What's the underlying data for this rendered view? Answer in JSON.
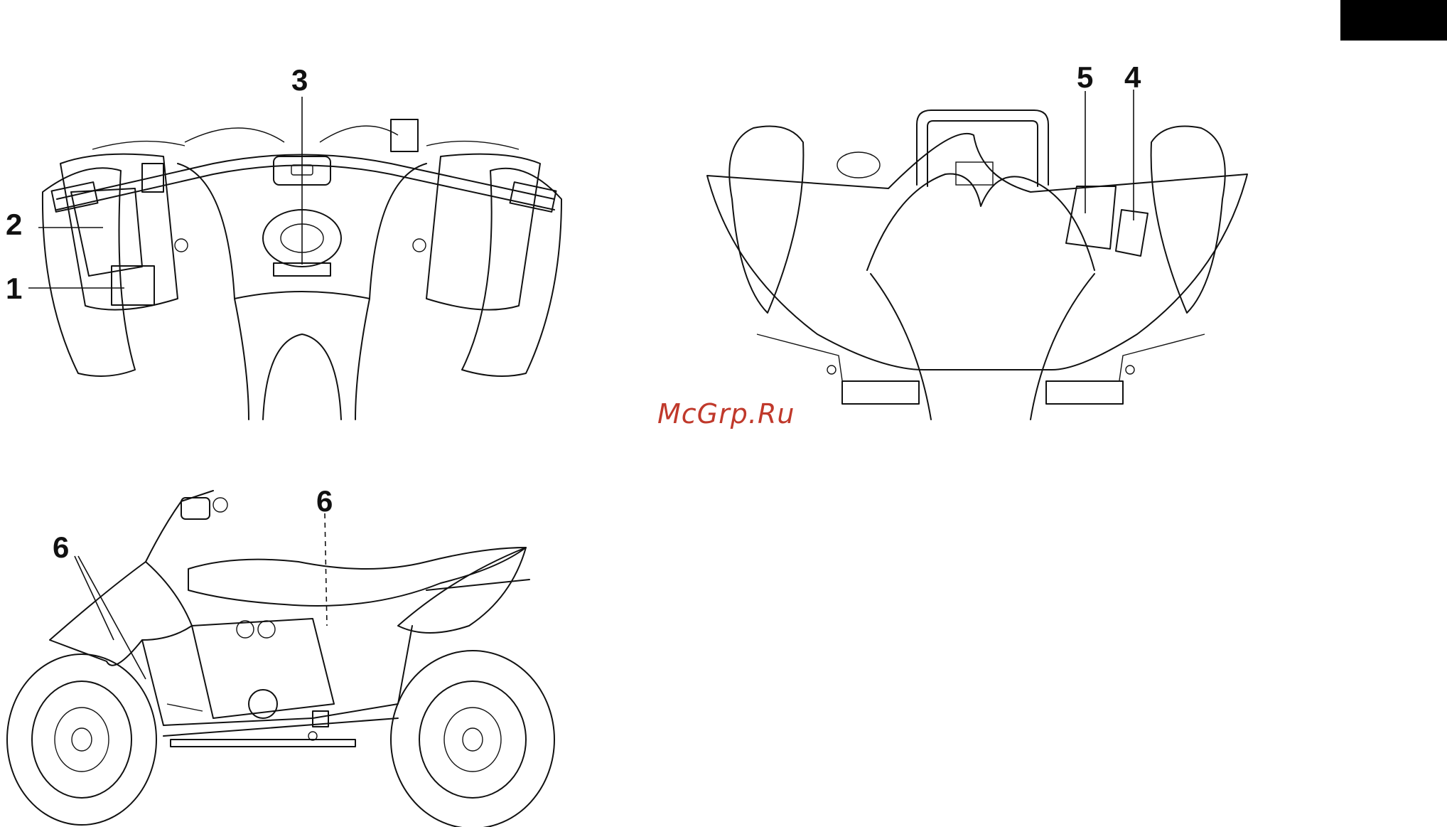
{
  "page": {
    "watermark": "McGrp.Ru",
    "watermark_color": "#c0392b",
    "tab_color": "#000000"
  },
  "callouts": {
    "c1": "1",
    "c2": "2",
    "c3": "3",
    "c4": "4",
    "c5": "5",
    "c6_top": "6",
    "c6_left": "6"
  },
  "views": {
    "front": "front-top-view-drawing",
    "rear": "rear-top-view-drawing",
    "side": "left-side-view-drawing"
  }
}
